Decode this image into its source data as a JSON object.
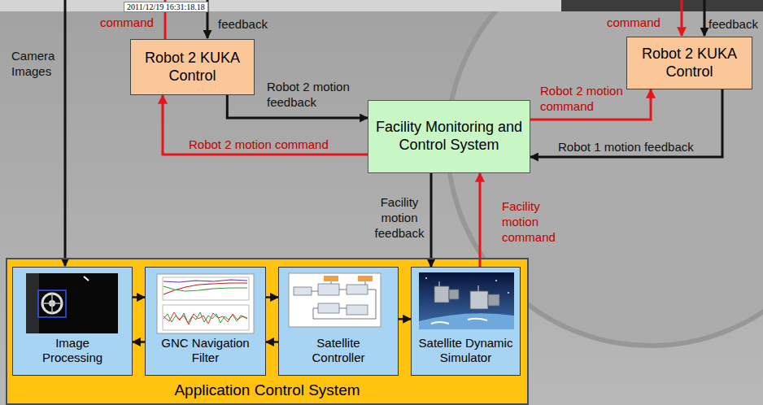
{
  "diagram": {
    "nodes": [
      {
        "text": [
          "Robot 2 KUKA Control"
        ]
      },
      {
        "text": [
          "Facility Monitoring and Control System"
        ]
      },
      {
        "text": [
          "Robot 2 KUKA Control"
        ]
      },
      {
        "text": [
          "Application Control System"
        ]
      },
      {
        "text": [
          "Image Processing"
        ],
        "in": 3
      },
      {
        "text": [
          "GNC Navigation Filter"
        ],
        "in": 3
      },
      {
        "text": [
          "Satellite Controller"
        ],
        "in": 3
      },
      {
        "text": [
          "Satellite Dynamic Simulator"
        ],
        "in": 3
      }
    ],
    "edges": [
      {
        "from": 0,
        "to": 1,
        "label": "Robot 2 motion feedback",
        "arrow": "to"
      },
      {
        "from": 1,
        "to": 0,
        "label": "Robot 2 motion command",
        "arrow": "to"
      },
      {
        "from": 1,
        "to": 2,
        "label": "Robot 2 motion command",
        "arrow": "to"
      },
      {
        "from": 2,
        "to": 1,
        "label": "Robot 1 motion feedback",
        "arrow": "to"
      },
      {
        "from": 1,
        "to": 7,
        "label": "Facility motion feedback",
        "arrow": "to"
      },
      {
        "from": 7,
        "to": 1,
        "label": "Facility motion command",
        "arrow": "to"
      },
      {
        "from": 4,
        "to": 5,
        "arrow": "to"
      },
      {
        "from": 5,
        "to": 4,
        "arrow": "to"
      },
      {
        "from": 5,
        "to": 6,
        "arrow": "to"
      },
      {
        "from": 6,
        "to": 5,
        "arrow": "to"
      },
      {
        "from": 6,
        "to": 7,
        "arrow": "to"
      }
    ],
    "labels": [
      "2011/12/19 16:31:18.18",
      "command",
      "feedback",
      "command",
      "feedback",
      "Camera Images"
    ]
  }
}
